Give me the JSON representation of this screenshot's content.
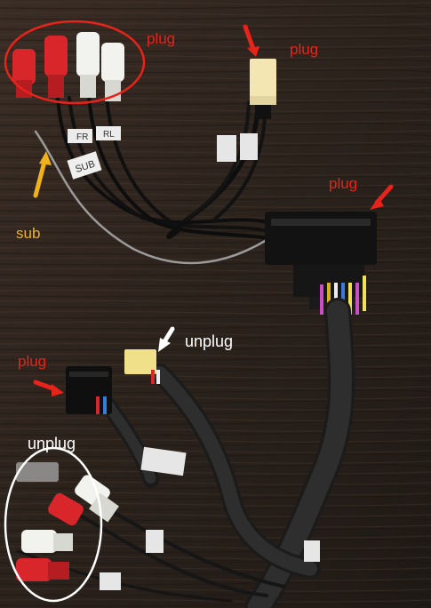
{
  "labels": {
    "plug_rca_top": "plug",
    "plug_top_right": "plug",
    "plug_main_connector": "plug",
    "sub": "sub",
    "unplug_middle": "unplug",
    "plug_left": "plug",
    "unplug_bottom": "unplug"
  },
  "small_tags": {
    "sub_tag": "SUB",
    "fr_tag": "FR",
    "rl_tag": "RL"
  },
  "colors": {
    "annotation_red": "#e8231a",
    "annotation_white": "#ffffff",
    "annotation_gold": "#f0b21a",
    "rca_red": "#d9262a",
    "rca_white": "#f2f2ee",
    "connector_beige": "#f3e6b3",
    "connector_yellow": "#f1e08a",
    "connector_black": "#121212"
  }
}
